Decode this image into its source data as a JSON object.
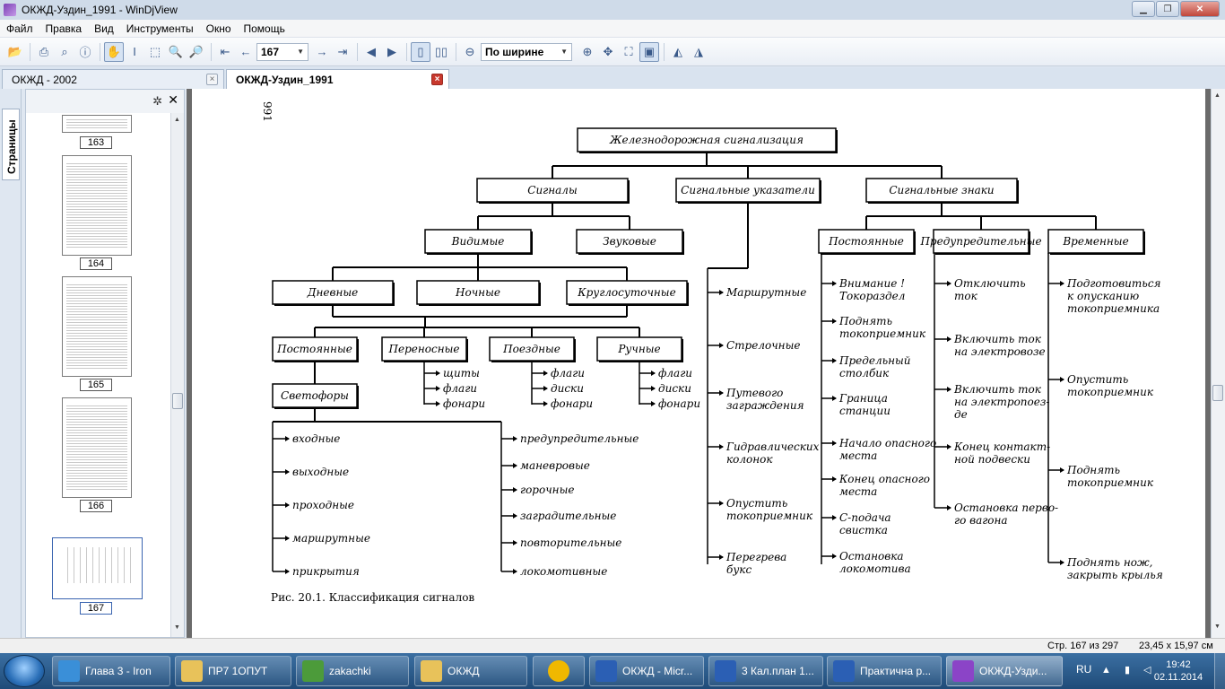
{
  "window": {
    "title": "ОКЖД-Уздин_1991 - WinDjView"
  },
  "menu": [
    "Файл",
    "Правка",
    "Вид",
    "Инструменты",
    "Окно",
    "Помощь"
  ],
  "toolbar": {
    "page_value": "167",
    "zoom_value": "По ширине"
  },
  "tabs": [
    {
      "label": "ОКЖД - 2002",
      "active": false
    },
    {
      "label": "ОКЖД-Уздин_1991",
      "active": true
    }
  ],
  "sidebar": {
    "tab_label": "Страницы",
    "thumbnails": [
      "163",
      "164",
      "165",
      "166",
      "167"
    ],
    "selected": "167"
  },
  "document": {
    "margin_page_number": "991",
    "figure": {
      "root": "Железнодорожная сигнализация",
      "level1": [
        "Сигналы",
        "Сигнальные указатели",
        "Сигнальные знаки"
      ],
      "signals_level2": [
        "Видимые",
        "Звуковые"
      ],
      "visible_level3": [
        "Дневные",
        "Ночные",
        "Круглосуточные"
      ],
      "visible_level4": [
        "Постоянные",
        "Переносные",
        "Поездные",
        "Ручные"
      ],
      "svetofory": "Светофоры",
      "portable_items": [
        "щиты",
        "флаги",
        "фонари"
      ],
      "train_items": [
        "флаги",
        "диски",
        "фонари"
      ],
      "hand_items": [
        "флаги",
        "диски",
        "фонари"
      ],
      "svetofory_left": [
        "входные",
        "выходные",
        "проходные",
        "маршрутные",
        "прикрытия"
      ],
      "svetofory_right": [
        "предупредительные",
        "маневровые",
        "горочные",
        "заградительные",
        "повторительные",
        "локомотивные"
      ],
      "indicators": [
        [
          "Маршрутные"
        ],
        [
          "Стрелочные"
        ],
        [
          "Путевого",
          "заграждения"
        ],
        [
          "Гидравлических",
          "колонок"
        ],
        [
          "Опустить",
          "токоприемник"
        ],
        [
          "Перегрева",
          "букс"
        ]
      ],
      "signs_level2": [
        "Постоянные",
        "Предупредительные",
        "Временные"
      ],
      "permanent_signs": [
        [
          "Внимание !",
          "Токораздел"
        ],
        [
          "Поднять",
          "токоприемник"
        ],
        [
          "Предельный",
          "столбик"
        ],
        [
          "Граница",
          "станции"
        ],
        [
          "Начало опасного",
          "места"
        ],
        [
          "Конец опасного",
          "места"
        ],
        [
          "С-подача",
          "свистка"
        ],
        [
          "Остановка",
          "локомотива"
        ]
      ],
      "warning_signs": [
        [
          "Отключить",
          "ток"
        ],
        [
          "Включить ток",
          "на электровозе"
        ],
        [
          "Включить ток",
          "на электропоез-",
          "де"
        ],
        [
          "Конец контакт-",
          "ной подвески"
        ],
        [
          "Остановка перво-",
          "го вагона"
        ]
      ],
      "temporary_signs": [
        [
          "Подготовиться",
          "к опусканию",
          "токоприемника"
        ],
        [
          "Опустить",
          "токоприемник"
        ],
        [
          "Поднять",
          "токоприемник"
        ],
        [
          "Поднять нож,",
          "закрыть крылья"
        ]
      ],
      "caption": "Рис. 20.1. Классификация сигналов"
    }
  },
  "status": {
    "page": "Стр. 167 из 297",
    "size": "23,45 x 15,97 см"
  },
  "taskbar": {
    "items": [
      {
        "label": "Глава 3 - Iron",
        "color": "#3a8fd8"
      },
      {
        "label": "ПР7 1ОПУТ",
        "color": "#e8c25a"
      },
      {
        "label": "zakachki",
        "color": "#4c9b3a"
      },
      {
        "label": "ОКЖД",
        "color": "#e8c25a"
      },
      {
        "label": "",
        "color": "#f0b800"
      },
      {
        "label": "ОКЖД - Micr...",
        "color": "#2b5fb4"
      },
      {
        "label": "3 Кал.план 1...",
        "color": "#2b5fb4"
      },
      {
        "label": "Практична р...",
        "color": "#2b5fb4"
      },
      {
        "label": "ОКЖД-Узди...",
        "color": "#8b44c7"
      }
    ],
    "language": "RU",
    "time": "19:42",
    "date": "02.11.2014"
  }
}
